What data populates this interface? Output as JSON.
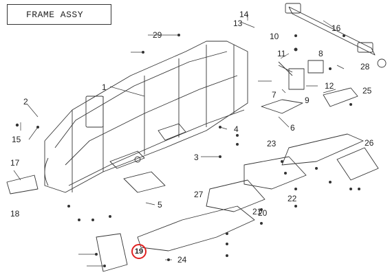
{
  "title": "FRAME ASSY",
  "highlight_callout": "19",
  "callouts": [
    "1",
    "2",
    "3",
    "4",
    "5",
    "6",
    "7",
    "8",
    "9",
    "10",
    "11",
    "12",
    "13",
    "14",
    "15",
    "16",
    "17",
    "18",
    "20",
    "21",
    "22",
    "23",
    "24",
    "25",
    "26",
    "27",
    "28",
    "29"
  ],
  "colors": {
    "highlight_ring": "#e02020",
    "line": "#333333"
  }
}
